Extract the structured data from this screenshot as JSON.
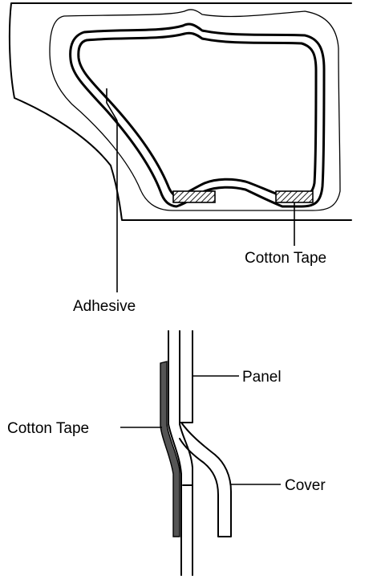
{
  "labels": {
    "cotton_tape_top": "Cotton Tape",
    "adhesive": "Adhesive",
    "panel": "Panel",
    "cotton_tape_section": "Cotton Tape",
    "cover": "Cover"
  }
}
